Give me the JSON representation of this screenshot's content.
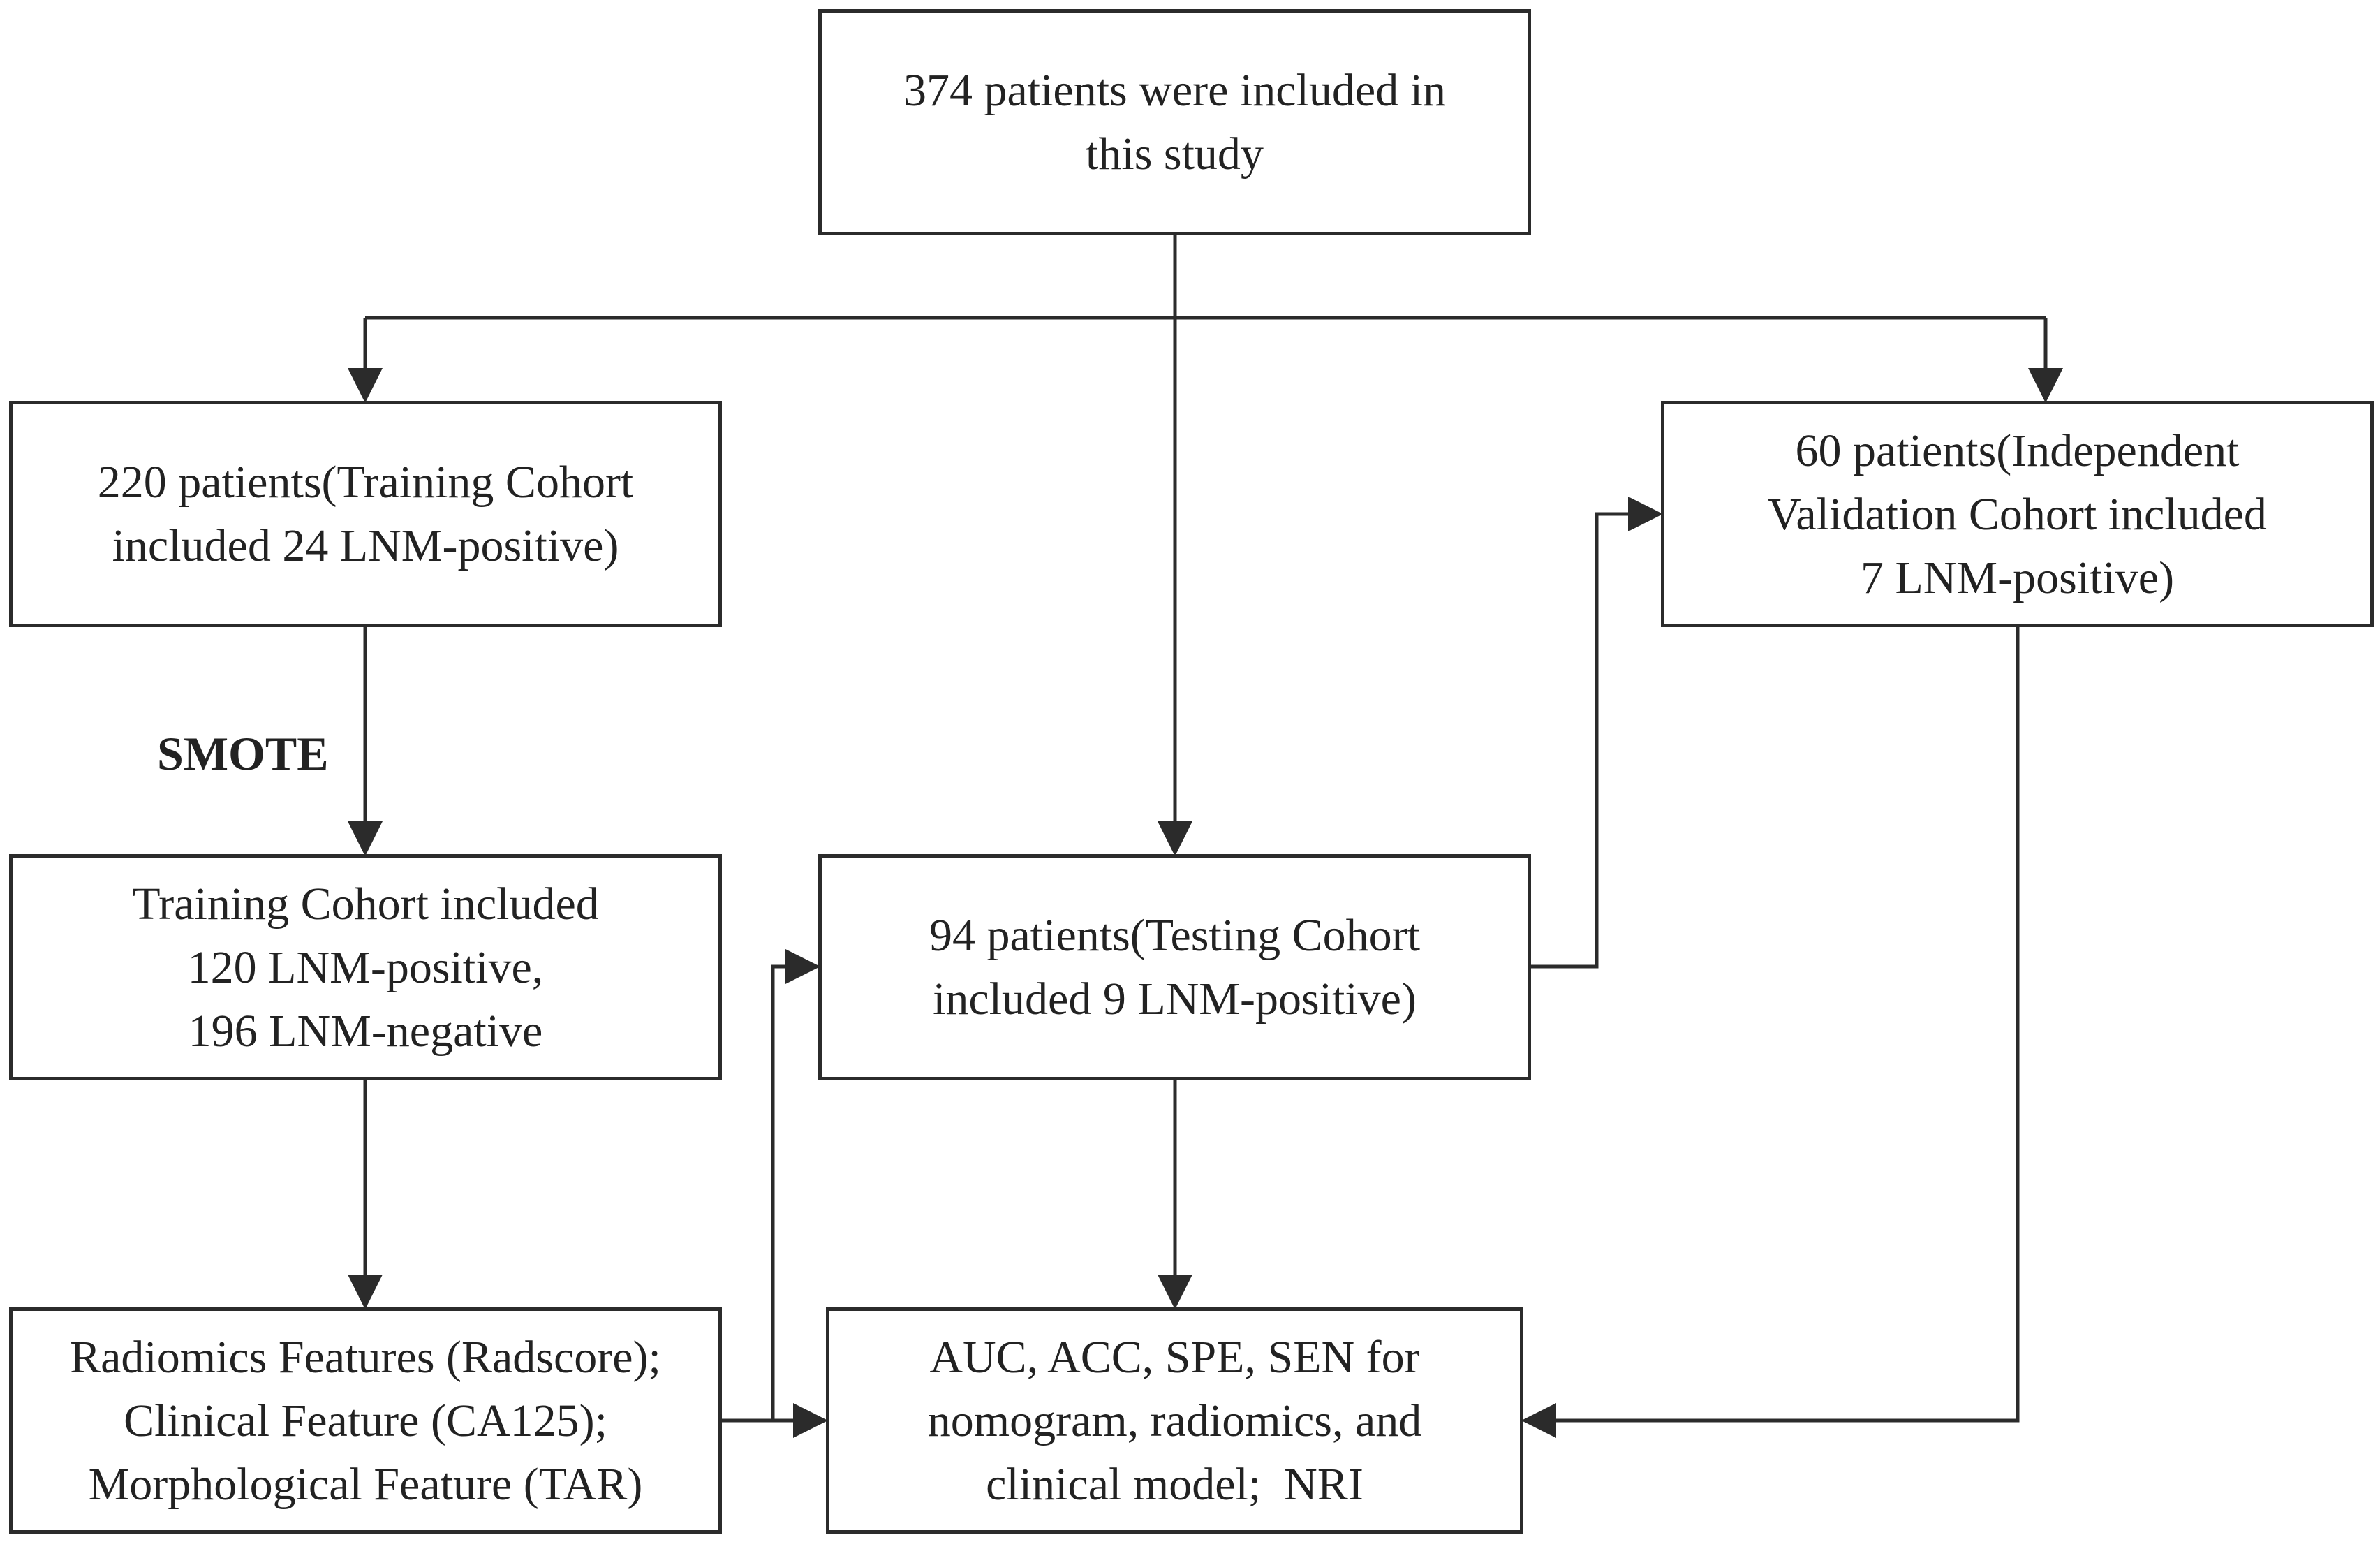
{
  "nodes": {
    "total": {
      "lines": [
        "374 patients were included in",
        "this study"
      ]
    },
    "training": {
      "lines": [
        "220 patients(Training Cohort",
        "included 24 LNM-positive)"
      ]
    },
    "validation": {
      "lines": [
        "60 patients(Independent",
        "Validation Cohort included",
        "7 LNM-positive)"
      ]
    },
    "smote_training": {
      "lines": [
        "Training Cohort included",
        "120 LNM-positive,",
        "196 LNM-negative"
      ]
    },
    "testing": {
      "lines": [
        "94 patients(Testing Cohort",
        "included 9 LNM-positive)"
      ]
    },
    "features": {
      "lines": [
        "Radiomics Features (Radscore);",
        "Clinical Feature (CA125);",
        "Morphological Feature (TAR)"
      ]
    },
    "metrics": {
      "lines": [
        "AUC, ACC, SPE, SEN for",
        "nomogram, radiomics, and",
        "clinical model;  NRI"
      ]
    }
  },
  "edges": {
    "smote_label": "SMOTE",
    "list": [
      {
        "from": "total",
        "to": "training"
      },
      {
        "from": "total",
        "to": "testing"
      },
      {
        "from": "total",
        "to": "validation"
      },
      {
        "from": "training",
        "to": "smote_training",
        "label": "SMOTE"
      },
      {
        "from": "smote_training",
        "to": "features"
      },
      {
        "from": "features",
        "to": "testing"
      },
      {
        "from": "features",
        "to": "metrics"
      },
      {
        "from": "testing",
        "to": "validation"
      },
      {
        "from": "testing",
        "to": "metrics"
      },
      {
        "from": "validation",
        "to": "metrics"
      }
    ]
  },
  "colors": {
    "line": "#2b2b2b",
    "text": "#222222",
    "background": "#ffffff"
  }
}
